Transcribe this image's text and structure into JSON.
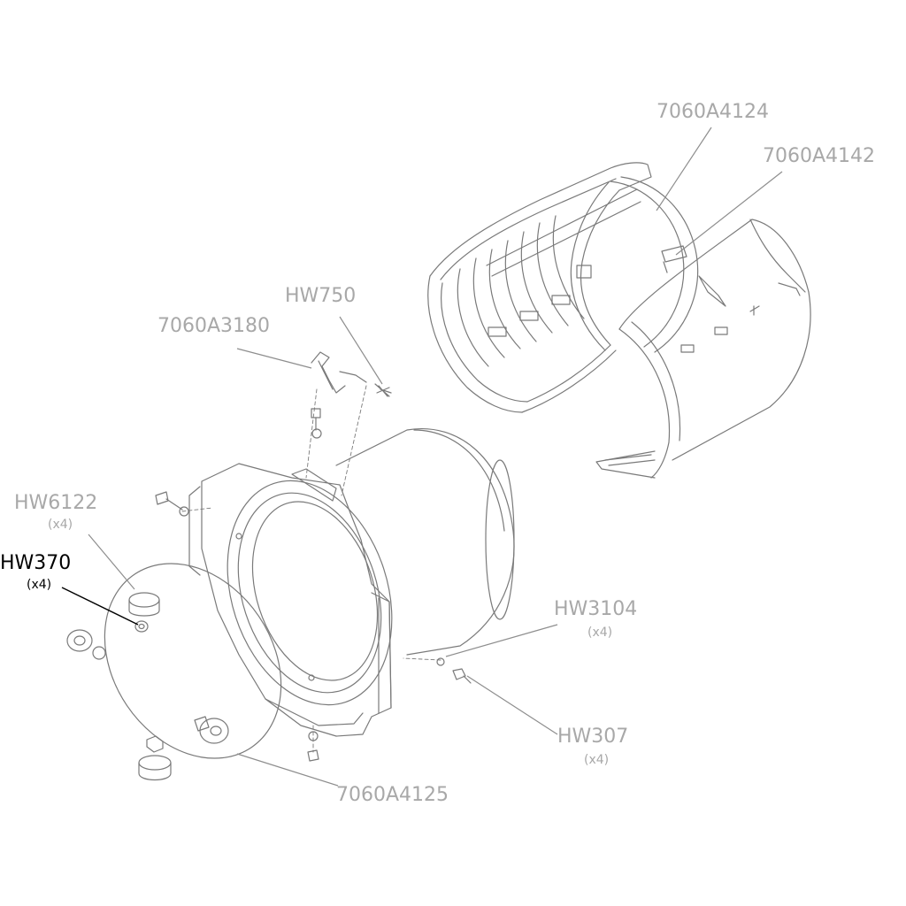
{
  "colors": {
    "label": "#a8a8a8",
    "label_active": "#000000",
    "drawing_line": "#7a7a7a",
    "leader_line": "#8e8e8e",
    "leader_active": "#000000",
    "background": "#ffffff"
  },
  "callouts": [
    {
      "id": "7060A4124",
      "part": "7060A4124",
      "qty": ""
    },
    {
      "id": "7060A4142",
      "part": "7060A4142",
      "qty": ""
    },
    {
      "id": "HW750",
      "part": "HW750",
      "qty": ""
    },
    {
      "id": "7060A3180",
      "part": "7060A3180",
      "qty": ""
    },
    {
      "id": "HW6122",
      "part": "HW6122",
      "qty": "(x4)"
    },
    {
      "id": "HW370",
      "part": "HW370",
      "qty": "(x4)",
      "highlighted": true
    },
    {
      "id": "HW3104",
      "part": "HW3104",
      "qty": "(x4)"
    },
    {
      "id": "HW307",
      "part": "HW307",
      "qty": "(x4)"
    },
    {
      "id": "7060A4125",
      "part": "7060A4125",
      "qty": ""
    }
  ]
}
